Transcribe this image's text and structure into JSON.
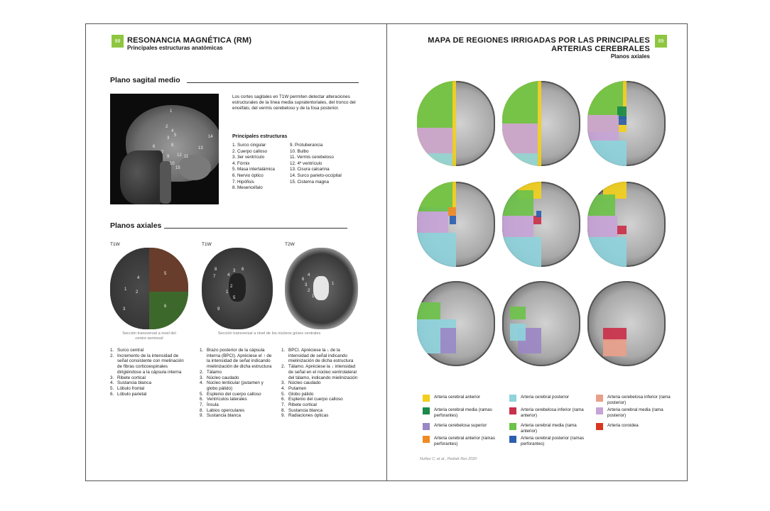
{
  "left_page": {
    "page_number": "88",
    "title": "RESONANCIA MAGNÉTICA (RM)",
    "subtitle": "Principales estructuras anatómicas",
    "sagittal": {
      "heading": "Plano sagital medio",
      "description": "Los cortes sagitales en T1W permiten detectar alteraciones estructurales de la línea media supratentoriales, del tronco del encéfalo, del vermis cerebeloso y de la fosa posterior.",
      "structures_heading": "Principales estructuras",
      "structures_col1": [
        "1. Surco cingular",
        "2. Cuerpo calloso",
        "3. 3er ventrículo",
        "4. Fórnix",
        "5. Masa intertalámica",
        "6. Nervio óptico",
        "7. Hipófisis",
        "8. Mesencéfalo"
      ],
      "structures_col2": [
        "9. Protuberancia",
        "10. Bulbo",
        "11. Vermis cerebeloso",
        "12. 4º ventrículo",
        "13. Cisura calcarina",
        "14. Surco parieto-occipital",
        "15. Cisterna magna"
      ],
      "image_labels": [
        "1",
        "2",
        "3",
        "4",
        "5",
        "6",
        "7",
        "8",
        "9",
        "10",
        "11",
        "12",
        "13",
        "14",
        "15"
      ]
    },
    "axial": {
      "heading": "Planos axiales",
      "image1_tag": "T1W",
      "image2_tag": "T1W",
      "image3_tag": "T2W",
      "caption1": "Sección transversal a nivel del centro semioval",
      "caption2": "Sección transversal a nivel de los núcleos grises centrales",
      "list1": [
        {
          "n": "1.",
          "t": "Surco central"
        },
        {
          "n": "2.",
          "t": "Incremento de la intensidad de señal consistente con mielinación de fibras corticoespinales dirigiéndose a la cápsula interna"
        },
        {
          "n": "3.",
          "t": "Ribete cortical"
        },
        {
          "n": "4.",
          "t": "Sustancia blanca"
        },
        {
          "n": "5.",
          "t": "Lóbulo frontal"
        },
        {
          "n": "6.",
          "t": "Lóbulo parietal"
        }
      ],
      "list2": [
        {
          "n": "1.",
          "t": "Brazo posterior de la cápsula interna (BPCI). Apréciese el ↑ de la intensidad de señal indicando mielinización de dicha estructura"
        },
        {
          "n": "2.",
          "t": "Tálamo"
        },
        {
          "n": "3.",
          "t": "Núcleo caudado"
        },
        {
          "n": "4.",
          "t": "Núcleo lenticular (putamen y globo pálido)"
        },
        {
          "n": "5.",
          "t": "Esplenio del cuerpo calloso"
        },
        {
          "n": "6.",
          "t": "Ventrículos laterales"
        },
        {
          "n": "7.",
          "t": "Ínsula"
        },
        {
          "n": "8.",
          "t": "Labios operculares"
        },
        {
          "n": "9.",
          "t": "Sustancia blanca"
        }
      ],
      "list3": [
        {
          "n": "1.",
          "t": "BPCI. Apréciese la ↓ de la intensidad de señal indicando mielinización de dicha estructura"
        },
        {
          "n": "2.",
          "t": "Tálamo. Apréciese la ↓ intensidad de señal en el núcleo ventrolateral del tálamo, indicando mielinización"
        },
        {
          "n": "3.",
          "t": "Núcleo caudado"
        },
        {
          "n": "4.",
          "t": "Putamen"
        },
        {
          "n": "5.",
          "t": "Globo pálido"
        },
        {
          "n": "6.",
          "t": "Esplenio del cuerpo calloso"
        },
        {
          "n": "7.",
          "t": "Ribete cortical"
        },
        {
          "n": "8.",
          "t": "Sustancia blanca"
        },
        {
          "n": "9.",
          "t": "Radiaciones ópticas"
        }
      ]
    }
  },
  "right_page": {
    "page_number": "89",
    "title_line1": "MAPA DE REGIONES IRRIGADAS POR LAS PRINCIPALES",
    "title_line2": "ARTERIAS CEREBRALES",
    "subtitle": "Planos axiales",
    "colors": {
      "yellow": "#f2cf1c",
      "dark_green": "#1a8a4a",
      "violet": "#9b87c4",
      "orange": "#f08a24",
      "light_cyan": "#8fd3dc",
      "crimson": "#c9304a",
      "light_green": "#6cc24a",
      "blue": "#2d5fb0",
      "salmon": "#e8a08a",
      "lilac": "#c7a4d6",
      "red": "#d9361f"
    },
    "legend": [
      {
        "color": "yellow",
        "text": "Arteria cerebral anterior"
      },
      {
        "color": "dark_green",
        "text": "Arteria cerebral media (ramas perforantes)"
      },
      {
        "color": "violet",
        "text": "Arteria cerebelosa superior"
      },
      {
        "color": "orange",
        "text": "Arteria cerebral anterior (ramas perforantes)"
      },
      {
        "color": "light_cyan",
        "text": "Arteria cerebral posterior"
      },
      {
        "color": "crimson",
        "text": "Arteria cerebelosa inferior (rama anterior)"
      },
      {
        "color": "light_green",
        "text": "Arteria cerebral media (rama anterior)"
      },
      {
        "color": "blue",
        "text": "Arteria cerebral posterior (ramas perforantes)"
      },
      {
        "color": "salmon",
        "text": "Arteria cerebelosa inferior (rama posterior)"
      },
      {
        "color": "lilac",
        "text": "Arteria cerebral media (rama posterior)"
      },
      {
        "color": "red",
        "text": "Arteria coroidea"
      }
    ],
    "citation": "Nuñez C, et al., Pediatr Res 2020"
  }
}
